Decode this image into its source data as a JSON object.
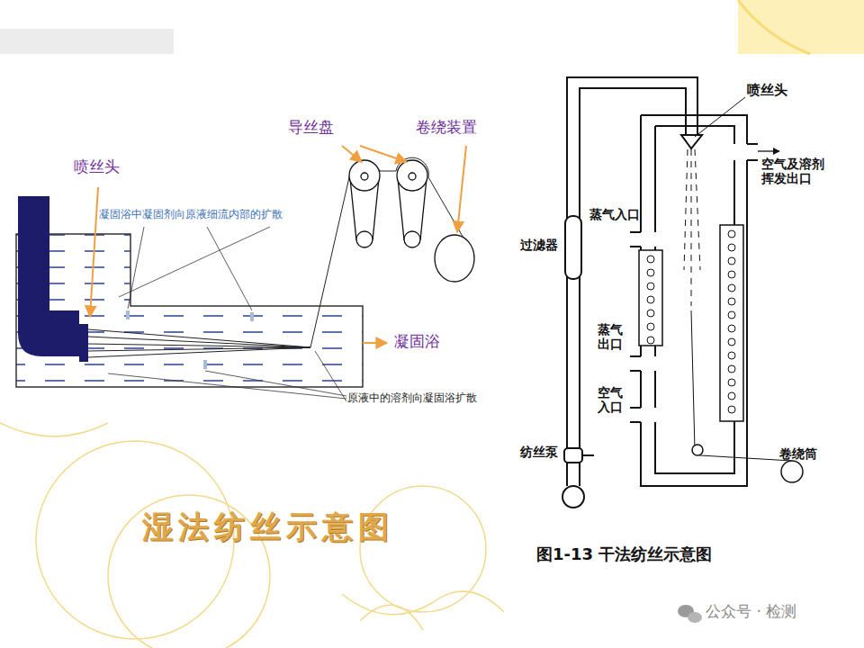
{
  "diagram": {
    "title": "湿法纺丝示意图",
    "caption": "图1-13 干法纺丝示意图",
    "labels": [
      "喷丝头",
      "导丝盘",
      "卷绕装置",
      "凝固浴中凝固剂向原液细流内部的扩散",
      "凝固浴",
      "原液中的溶剂向凝固浴扩散",
      "喷丝头",
      "空气及溶剂 挥发出口",
      "蒸气入口",
      "过滤器",
      "蒸气 出口",
      "空气 入口",
      "纺丝泵",
      "卷绕筒",
      "公众号 · 检测"
    ]
  }
}
